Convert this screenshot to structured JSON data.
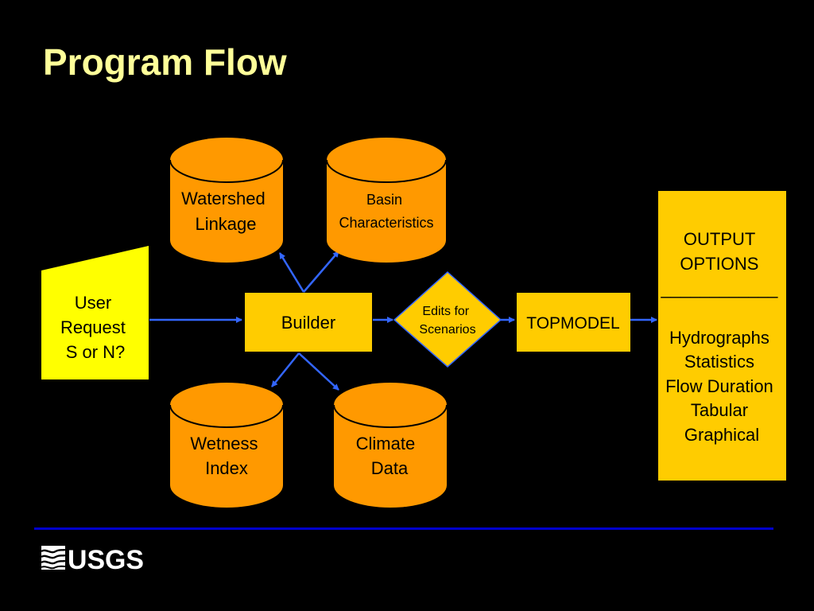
{
  "slide": {
    "title": "Program Flow"
  },
  "diagram": {
    "user_request": [
      "User",
      "Request",
      "S or N?"
    ],
    "builder": "Builder",
    "watershed_linkage": [
      "Watershed",
      "Linkage"
    ],
    "basin_characteristics": [
      "Basin",
      "Characteristics"
    ],
    "wetness_index": [
      "Wetness",
      "Index"
    ],
    "climate_data": [
      "Climate",
      "Data"
    ],
    "edits_for_scenarios": [
      "Edits for",
      "Scenarios"
    ],
    "topmodel": "TOPMODEL",
    "output_options": {
      "heading": [
        "OUTPUT",
        "OPTIONS"
      ],
      "divider": "____________",
      "items": [
        "Hydrographs",
        "Statistics",
        "Flow Duration",
        "Tabular",
        "Graphical"
      ]
    }
  },
  "logo": {
    "text": "USGS"
  },
  "colors": {
    "background": "#000000",
    "title": "#FFFF99",
    "yellow_shape": "#FFCC00",
    "bright_yellow": "#FFFF00",
    "cylinder": "#FF9900",
    "arrow": "#3366FF",
    "rule": "#0000CC"
  }
}
